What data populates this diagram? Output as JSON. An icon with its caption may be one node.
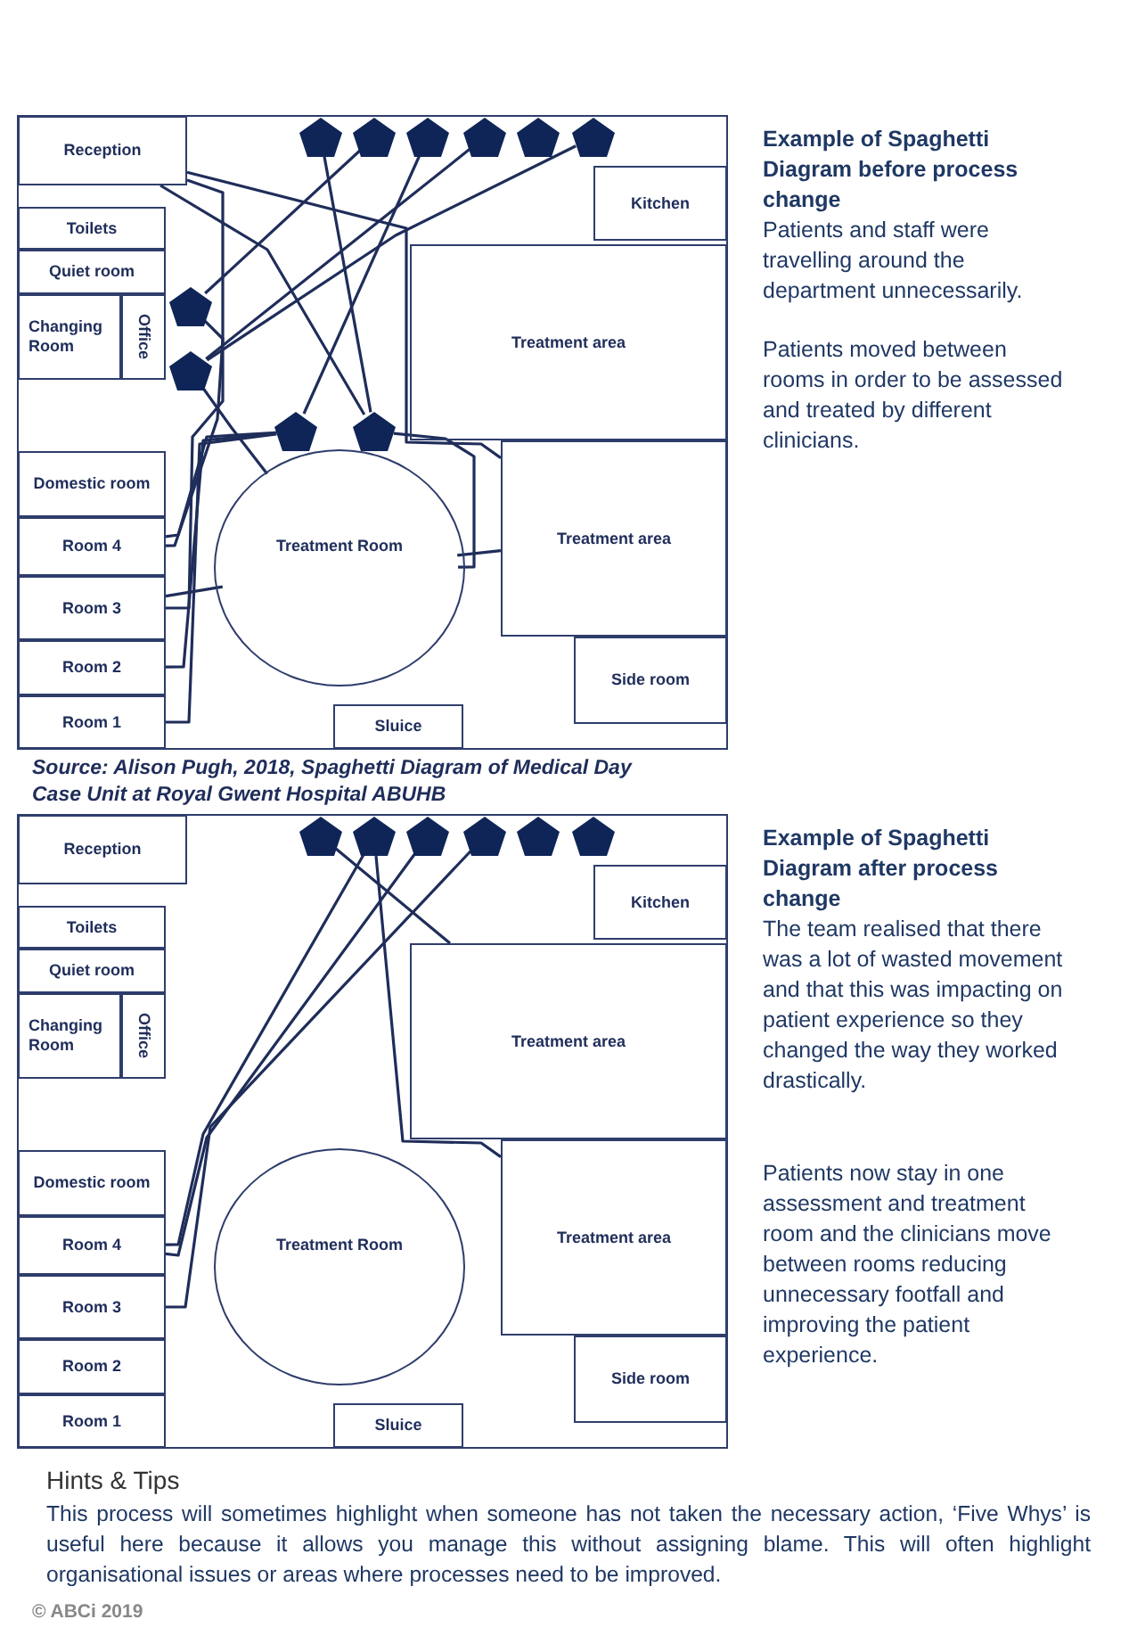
{
  "diagram": {
    "nodes": [
      {
        "text": [
          "Reception"
        ]
      },
      {
        "text": [
          "Toilets"
        ]
      },
      {
        "text": [
          "Quiet room"
        ]
      },
      {
        "text": [
          "Changing Room"
        ]
      },
      {
        "text": [
          "Office"
        ]
      },
      {
        "text": [
          "Domestic room"
        ]
      },
      {
        "text": [
          "Room 4"
        ]
      },
      {
        "text": [
          "Room 3"
        ]
      },
      {
        "text": [
          "Room 2"
        ]
      },
      {
        "text": [
          "Room 1"
        ]
      },
      {
        "text": [
          "Treatment Room"
        ]
      },
      {
        "text": [
          "Kitchen"
        ]
      },
      {
        "text": [
          "Treatment area"
        ]
      },
      {
        "text": [
          "Treatment area"
        ]
      },
      {
        "text": [
          "Side room"
        ]
      },
      {
        "text": [
          "Sluice"
        ]
      },
      {
        "text": [],
        "shape": "pentagon"
      },
      {
        "text": [],
        "shape": "pentagon"
      },
      {
        "text": [],
        "shape": "pentagon"
      },
      {
        "text": [],
        "shape": "pentagon"
      },
      {
        "text": [],
        "shape": "pentagon"
      },
      {
        "text": [],
        "shape": "pentagon"
      },
      {
        "text": [],
        "shape": "pentagon"
      },
      {
        "text": [],
        "shape": "pentagon"
      },
      {
        "text": [],
        "shape": "pentagon"
      },
      {
        "text": [],
        "shape": "pentagon"
      },
      {
        "text": [
          "Reception"
        ]
      },
      {
        "text": [
          "Toilets"
        ]
      },
      {
        "text": [
          "Quiet room"
        ]
      },
      {
        "text": [
          "Changing Room"
        ]
      },
      {
        "text": [
          "Office"
        ]
      },
      {
        "text": [
          "Domestic room"
        ]
      },
      {
        "text": [
          "Room 4"
        ]
      },
      {
        "text": [
          "Room 3"
        ]
      },
      {
        "text": [
          "Room 2"
        ]
      },
      {
        "text": [
          "Room 1"
        ]
      },
      {
        "text": [
          "Treatment Room"
        ]
      },
      {
        "text": [
          "Kitchen"
        ]
      },
      {
        "text": [
          "Treatment area"
        ]
      },
      {
        "text": [
          "Treatment area"
        ]
      },
      {
        "text": [
          "Side room"
        ]
      },
      {
        "text": [
          "Sluice"
        ]
      },
      {
        "text": [],
        "shape": "pentagon"
      },
      {
        "text": [],
        "shape": "pentagon"
      },
      {
        "text": [],
        "shape": "pentagon"
      },
      {
        "text": [],
        "shape": "pentagon"
      },
      {
        "text": [],
        "shape": "pentagon"
      },
      {
        "text": [],
        "shape": "pentagon"
      }
    ],
    "edges": [
      {
        "from": 0,
        "to": 13,
        "arrow": "none"
      },
      {
        "from": 0,
        "to": 7,
        "arrow": "none"
      },
      {
        "from": 0,
        "to": 25,
        "arrow": "none"
      },
      {
        "from": 16,
        "to": 25,
        "arrow": "none"
      },
      {
        "from": 17,
        "to": 22,
        "arrow": "none"
      },
      {
        "from": 18,
        "to": 24,
        "arrow": "none"
      },
      {
        "from": 19,
        "to": 23,
        "arrow": "none"
      },
      {
        "from": 21,
        "to": 23,
        "arrow": "none"
      },
      {
        "from": 22,
        "to": 6,
        "arrow": "none"
      },
      {
        "from": 23,
        "to": 10,
        "arrow": "none"
      },
      {
        "from": 24,
        "to": 6,
        "arrow": "none"
      },
      {
        "from": 24,
        "to": 8,
        "arrow": "none"
      },
      {
        "from": 24,
        "to": 9,
        "arrow": "none"
      },
      {
        "from": 25,
        "to": 10,
        "arrow": "none"
      },
      {
        "from": 10,
        "to": 13,
        "arrow": "none"
      },
      {
        "from": 7,
        "to": 10,
        "arrow": "none"
      },
      {
        "from": 42,
        "to": 38,
        "arrow": "none"
      },
      {
        "from": 43,
        "to": 32,
        "arrow": "none"
      },
      {
        "from": 43,
        "to": 39,
        "arrow": "none"
      },
      {
        "from": 44,
        "to": 32,
        "arrow": "none"
      },
      {
        "from": 45,
        "to": 33,
        "arrow": "none"
      }
    ],
    "labels": [
      "Example of Spaghetti Diagram before process change",
      "Patients and staff were travelling around the department unnecessarily.",
      "Patients moved between rooms in order to be assessed and treated by different clinicians.",
      "Source: Alison Pugh, 2018, Spaghetti Diagram of Medical Day Case Unit at Royal Gwent Hospital ABUHB",
      "Example of Spaghetti Diagram after process change",
      "The team realised that there was a lot of wasted movement and that this was impacting on patient experience so they changed the way they worked drastically.",
      "Patients now stay in one assessment and treatment room and the clinicians move between rooms reducing unnecessary footfall and improving the patient experience.",
      "Hints & Tips",
      "This process will sometimes highlight when someone has not taken the necessary action, ‘Five Whys’ is useful here because it allows you manage this without assigning blame. This will often highlight organisational issues or areas where processes need to be improved.",
      "© ABCi 2019"
    ]
  }
}
